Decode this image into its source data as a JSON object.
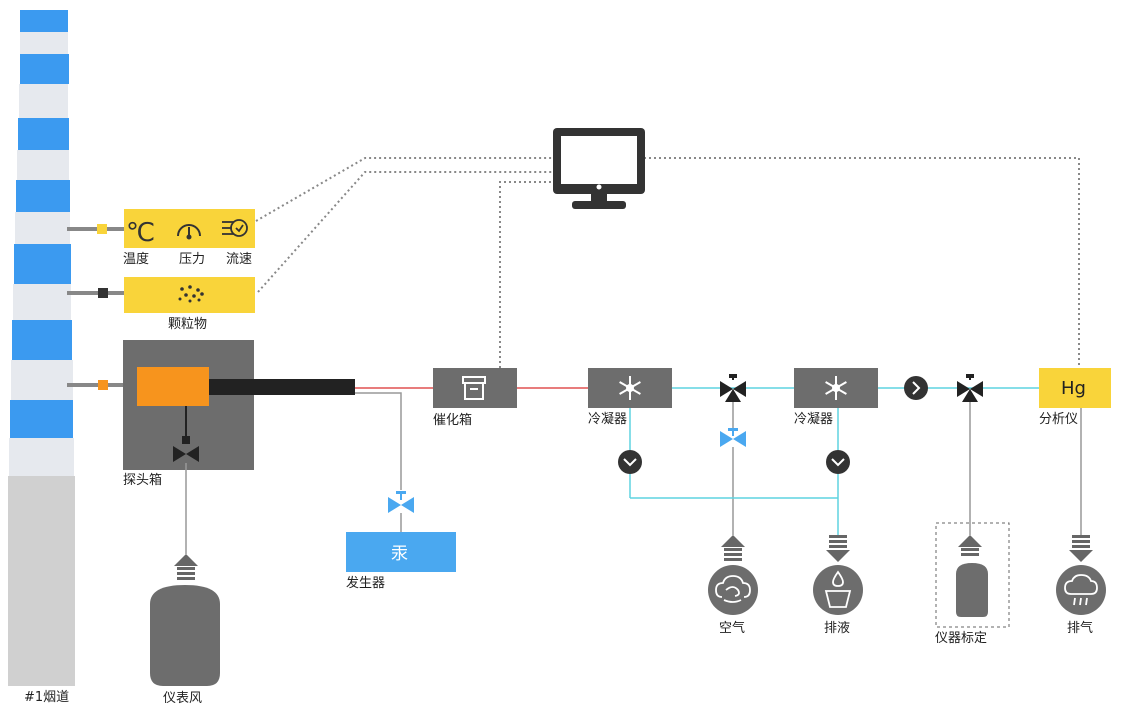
{
  "labels": {
    "chimney": "#1烟道",
    "temperature": "温度",
    "pressure": "压力",
    "flow": "流速",
    "particulate": "颗粒物",
    "probe_box": "探头箱",
    "instrument_air": "仪表风",
    "mercury_glyph": "汞",
    "generator": "发生器",
    "catalyst_box": "催化箱",
    "condenser_1": "冷凝器",
    "condenser_2": "冷凝器",
    "analyzer_glyph": "Hg",
    "analyzer": "分析仪",
    "air": "空气",
    "drain": "排液",
    "calibration": "仪器标定",
    "exhaust": "排气",
    "celsius_glyph": "℃"
  },
  "colors": {
    "chimney_blue": "#3b9af0",
    "chimney_white": "#e6e9ee",
    "chimney_base": "#d0d0d0",
    "sensor_yellow": "#f9d43a",
    "equipment_gray": "#6d6d6d",
    "probe_orange": "#f7941d",
    "gas_line_red": "#e05050",
    "water_line_cyan": "#5fd3e0",
    "generator_blue": "#4aa8f0",
    "valve_blue": "#4aa8f0"
  },
  "icons": {
    "monitor": "monitor-icon",
    "thermometer": "celsius-icon",
    "pressure": "gauge-icon",
    "flow": "wind-icon",
    "particles": "particles-icon",
    "catalyst": "box-icon",
    "condenser": "snowflake-icon",
    "pump": "chevron-icon",
    "valve": "valve-icon",
    "three_way_valve": "three-way-valve-icon",
    "air": "cloud-icon",
    "drain": "water-drop-icon",
    "exhaust": "rain-cloud-icon",
    "gas_cylinder": "cylinder-icon"
  }
}
